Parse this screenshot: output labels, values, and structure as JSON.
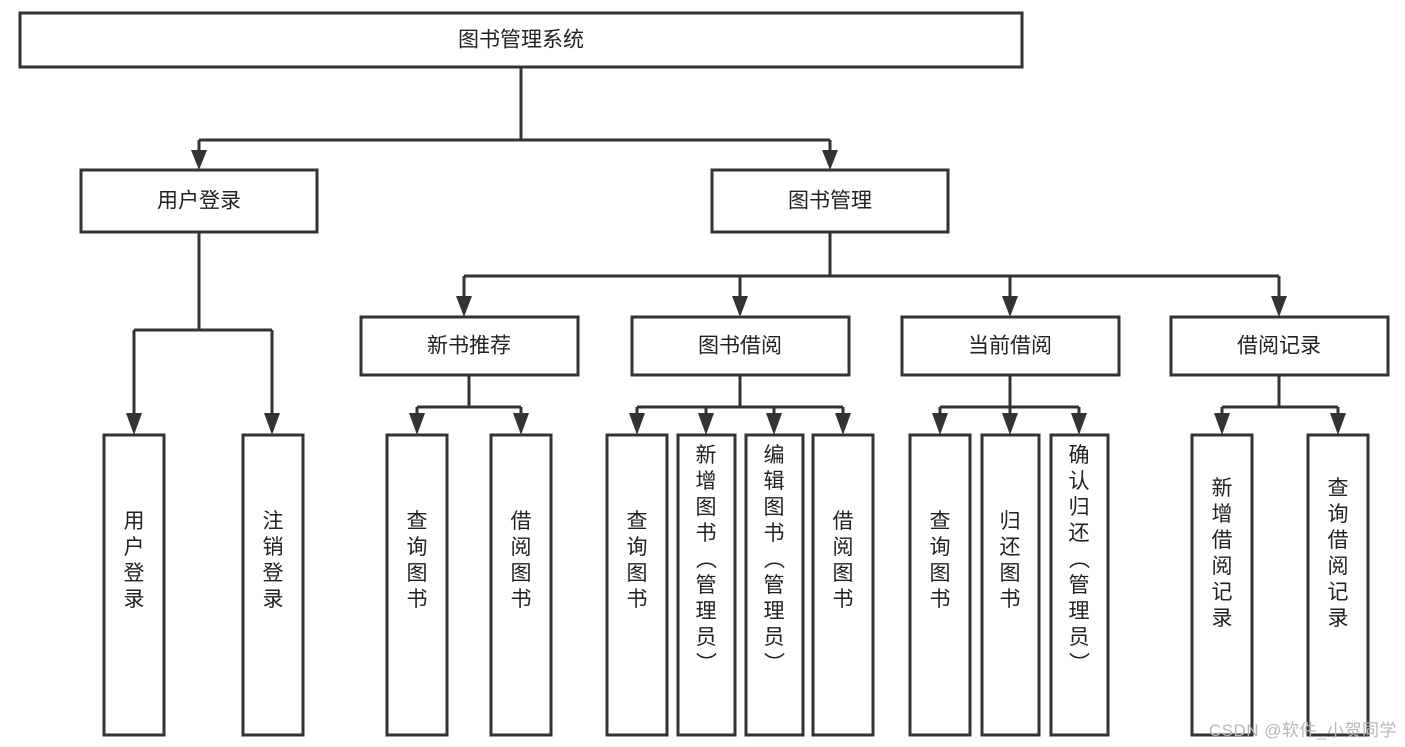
{
  "diagram": {
    "type": "tree-hierarchy",
    "orientation": "top-down",
    "root": {
      "id": "root",
      "label": "图书管理系统"
    },
    "level1": [
      {
        "id": "user-login",
        "label": "用户登录"
      },
      {
        "id": "book-management",
        "label": "图书管理"
      }
    ],
    "level2": [
      {
        "id": "new-book-recommend",
        "label": "新书推荐",
        "parent": "book-management"
      },
      {
        "id": "book-borrow",
        "label": "图书借阅",
        "parent": "book-management"
      },
      {
        "id": "current-borrow",
        "label": "当前借阅",
        "parent": "book-management"
      },
      {
        "id": "borrow-record",
        "label": "借阅记录",
        "parent": "book-management"
      }
    ],
    "leaves": [
      {
        "id": "leaf-user-login",
        "label": "用户登录",
        "parent": "user-login"
      },
      {
        "id": "leaf-logout-login",
        "label": "注销登录",
        "parent": "user-login"
      },
      {
        "id": "leaf-query-book-1",
        "label": "查询图书",
        "parent": "new-book-recommend"
      },
      {
        "id": "leaf-borrow-book-1",
        "label": "借阅图书",
        "parent": "new-book-recommend"
      },
      {
        "id": "leaf-query-book-2",
        "label": "查询图书",
        "parent": "book-borrow"
      },
      {
        "id": "leaf-add-book",
        "label": "新增图书（管理员）",
        "parent": "book-borrow"
      },
      {
        "id": "leaf-edit-book",
        "label": "编辑图书（管理员）",
        "parent": "book-borrow"
      },
      {
        "id": "leaf-borrow-book-2",
        "label": "借阅图书",
        "parent": "book-borrow"
      },
      {
        "id": "leaf-query-book-3",
        "label": "查询图书",
        "parent": "current-borrow"
      },
      {
        "id": "leaf-return-book",
        "label": "归还图书",
        "parent": "current-borrow"
      },
      {
        "id": "leaf-confirm-return",
        "label": "确认归还（管理员）",
        "parent": "current-borrow"
      },
      {
        "id": "leaf-add-record",
        "label": "新增借阅记录",
        "parent": "borrow-record"
      },
      {
        "id": "leaf-query-record",
        "label": "查询借阅记录",
        "parent": "borrow-record"
      }
    ]
  },
  "watermark": {
    "text": "CSDN @软件_小贺同学"
  },
  "colors": {
    "background": "#ffffff",
    "box_fill": "#ffffff",
    "box_stroke": "#333333",
    "text": "#222222",
    "watermark": "#b8b8b8"
  }
}
